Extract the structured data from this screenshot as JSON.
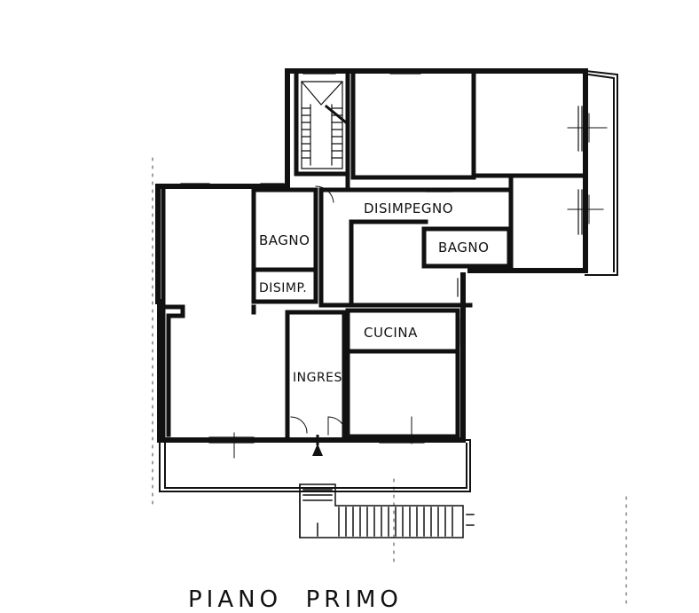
{
  "title": "PIANO  PRIMO",
  "rooms": {
    "bagno_left": "BAGNO",
    "disimp": "DISIMP.",
    "disimpegno": "DISIMPEGNO",
    "bagno_right": "BAGNO",
    "cucina": "CUCINA",
    "ingresso": "INGRES."
  },
  "colors": {
    "ink": "#111111",
    "paper": "#ffffff"
  }
}
